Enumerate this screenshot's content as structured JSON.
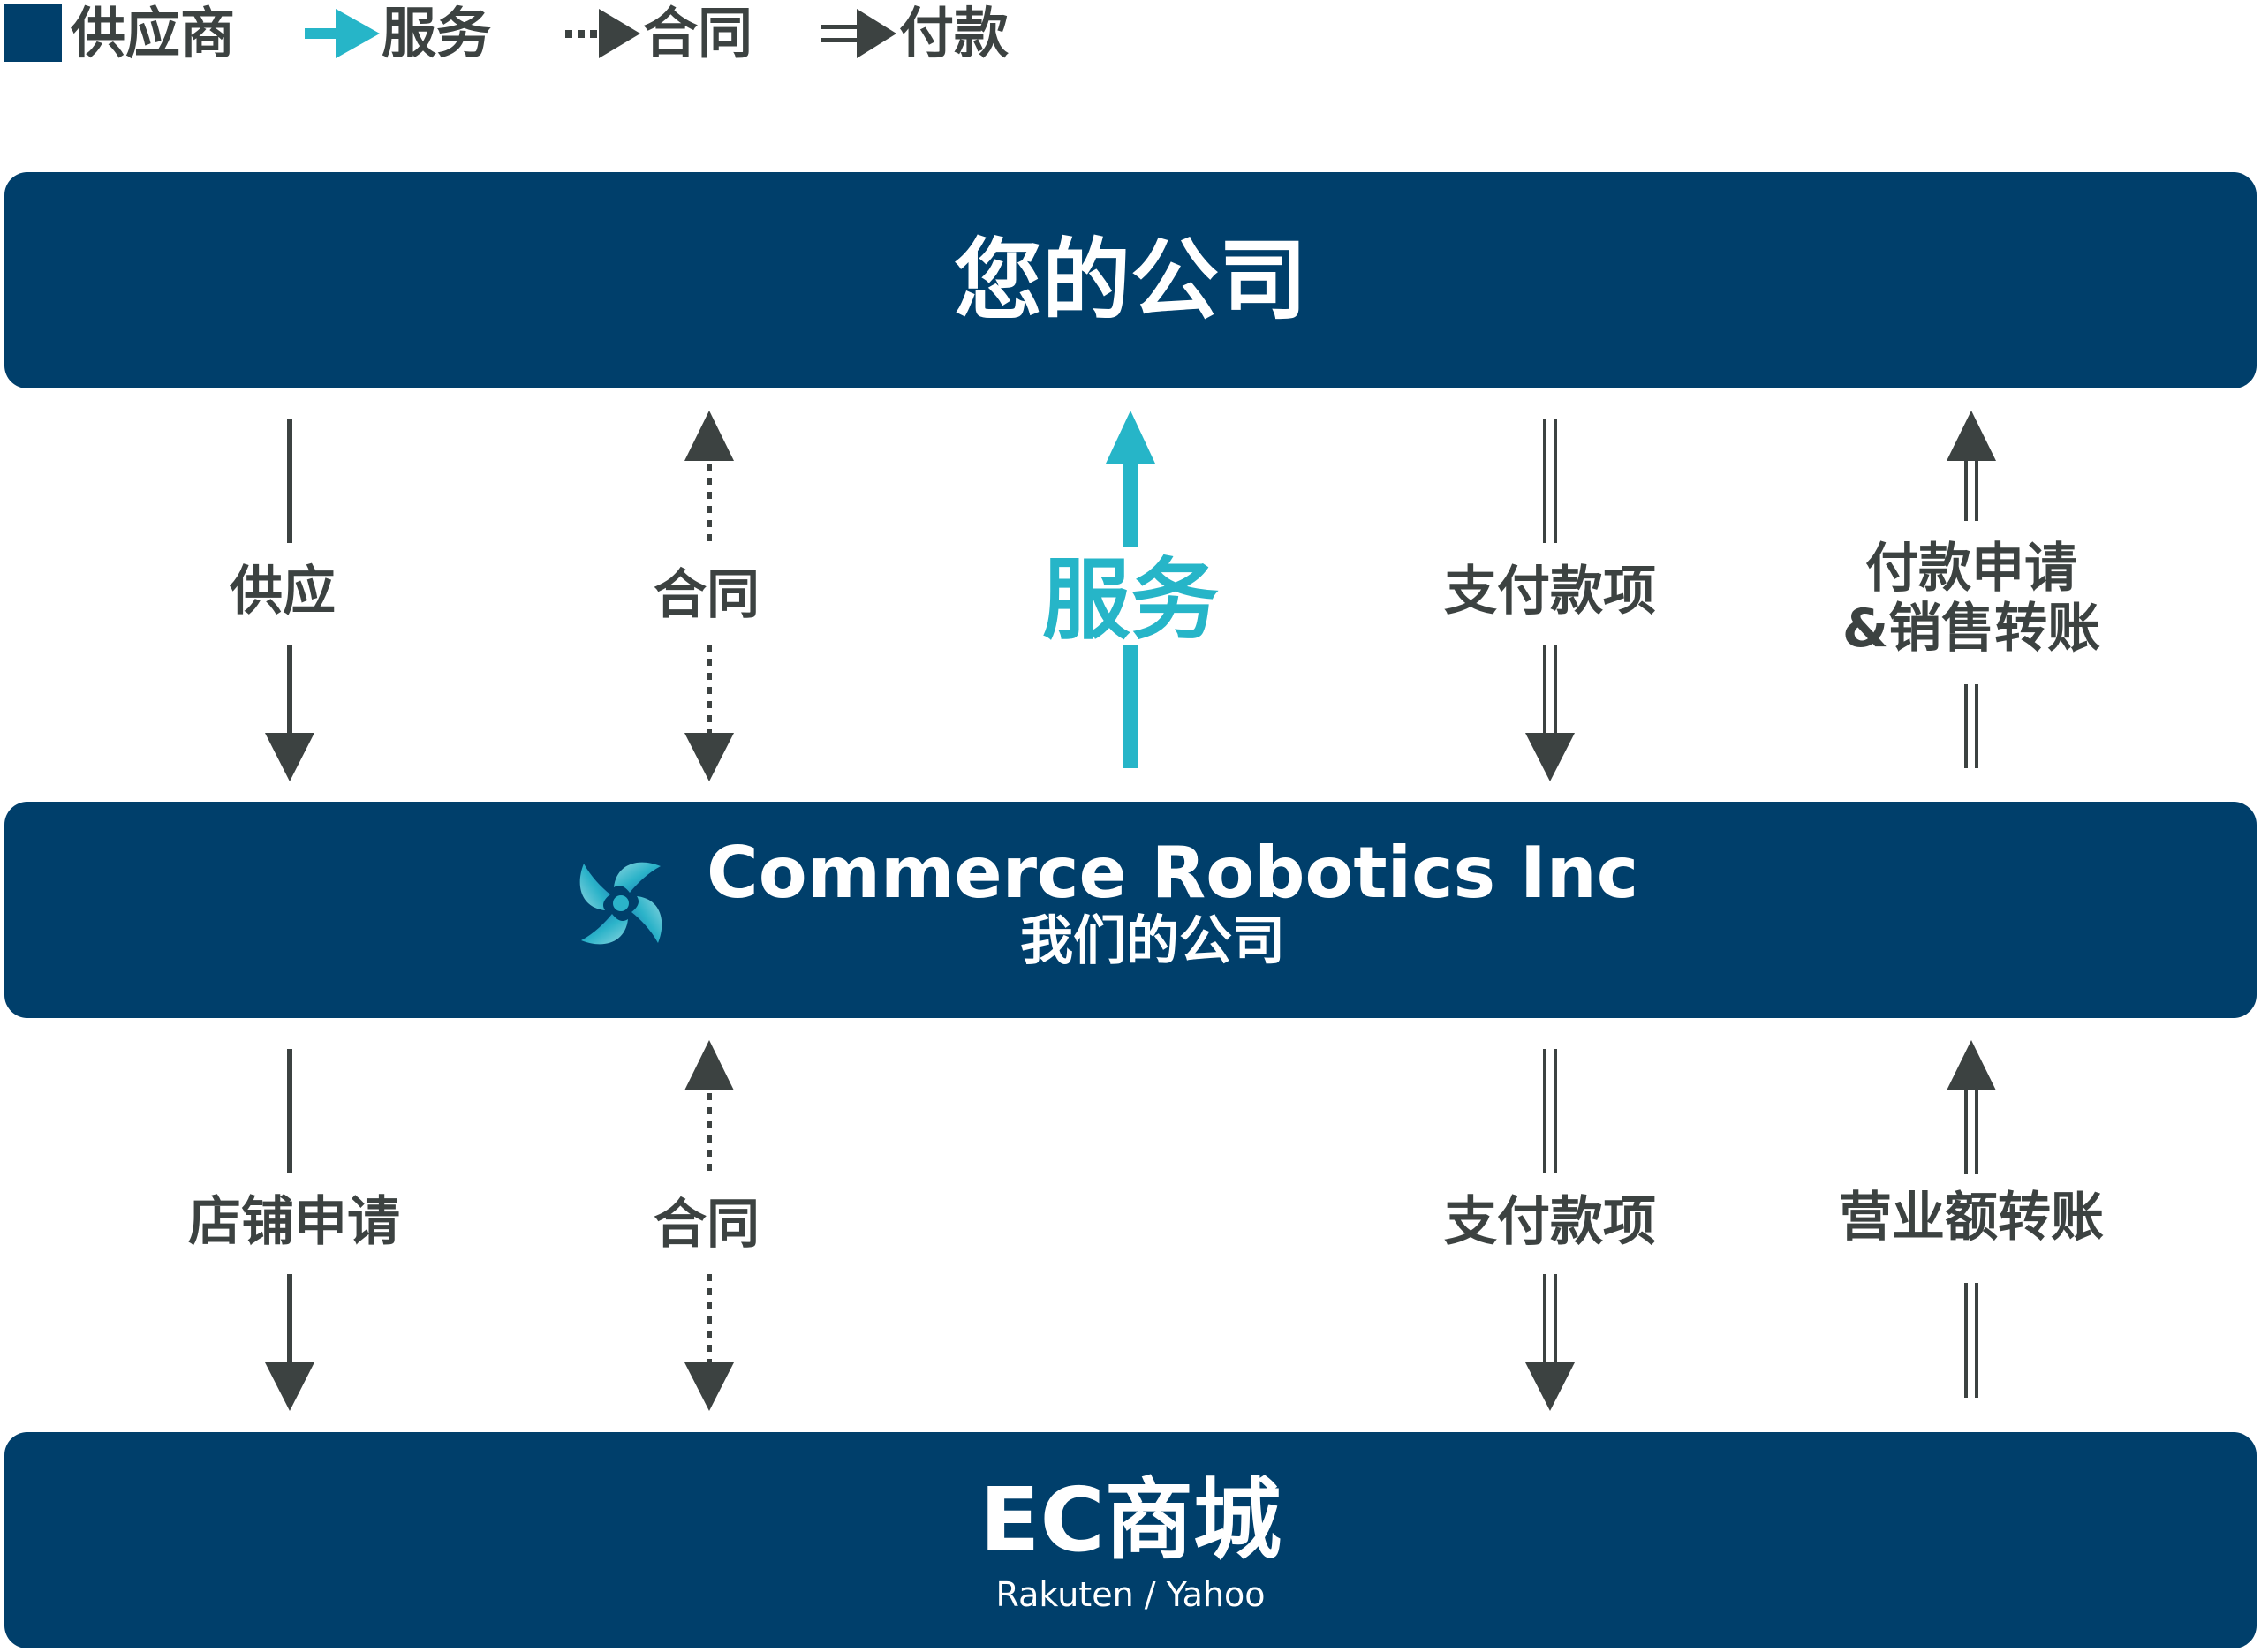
{
  "legend": {
    "supplier": "供应商",
    "service": "服务",
    "contract": "合同",
    "payment": "付款"
  },
  "colors": {
    "navy": "#003f6b",
    "teal": "#26b5c8",
    "gray": "#3c4241"
  },
  "boxes": {
    "top": {
      "title": "您的公司"
    },
    "middle": {
      "title": "Commerce Robotics Inc",
      "subtitle": "我们的公司"
    },
    "bottom": {
      "title": "EC商城",
      "subtitle": "Rakuten / Yahoo"
    }
  },
  "row1": {
    "supply": "供应",
    "contract": "合同",
    "service": "服务",
    "payment": "支付款项",
    "request_line1": "付款申请",
    "request_line2": "&销售转账"
  },
  "row2": {
    "store": "店铺申请",
    "contract": "合同",
    "payment": "支付款项",
    "turnover": "营业额转账"
  }
}
